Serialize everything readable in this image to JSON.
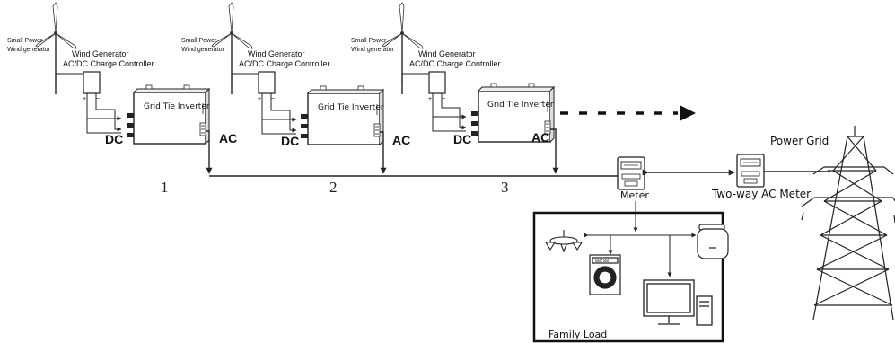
{
  "units": [
    {
      "generator_label_1": "Small Power",
      "generator_label_2": "Wind generator",
      "controller_label_1": "Wind Generator",
      "controller_label_2": "AC/DC Charge Controller",
      "inverter_label": "Grid Tie Inverter",
      "dc_label": "DC",
      "ac_label": "AC",
      "bus_number": "1"
    },
    {
      "generator_label_1": "Small Power",
      "generator_label_2": "Wind generator",
      "controller_label_1": "Wind Generator",
      "controller_label_2": "AC/DC Charge Controller",
      "inverter_label": "Grid Tie Inverter",
      "dc_label": "DC",
      "ac_label": "AC",
      "bus_number": "2"
    },
    {
      "generator_label_1": "Small Power",
      "generator_label_2": "Wind generator",
      "controller_label_1": "Wind Generator",
      "controller_label_2": "AC/DC Charge Controller",
      "inverter_label": "Grid Tie Inverter",
      "dc_label": "DC",
      "ac_label": "AC",
      "bus_number": "3"
    }
  ],
  "meter_label": "Meter",
  "two_way_meter_label": "Two-way AC Meter",
  "power_grid_label": "Power Grid",
  "family_load_label": "Family Load",
  "washer_display": "88:88"
}
